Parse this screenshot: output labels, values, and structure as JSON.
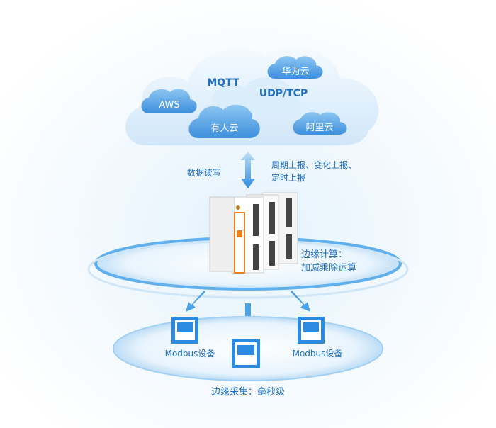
{
  "cloud": {
    "protocols": [
      "MQTT",
      "UDP/TCP"
    ],
    "platforms": [
      "AWS",
      "华为云",
      "有人云",
      "阿里云"
    ]
  },
  "link": {
    "left_label": "数据读写",
    "right_label_line1": "周期上报、变化上报、",
    "right_label_line2": "定时上报"
  },
  "edge_compute": {
    "line1": "边缘计算：",
    "line2": "加减乘除运算"
  },
  "devices": {
    "left_label": "Modbus设备",
    "right_label": "Modbus设备"
  },
  "edge_collect": "边缘采集：毫秒级",
  "colors": {
    "accent": "#1f6fc2",
    "cloud": "#4a9fe0",
    "orange": "#f07d1c"
  }
}
